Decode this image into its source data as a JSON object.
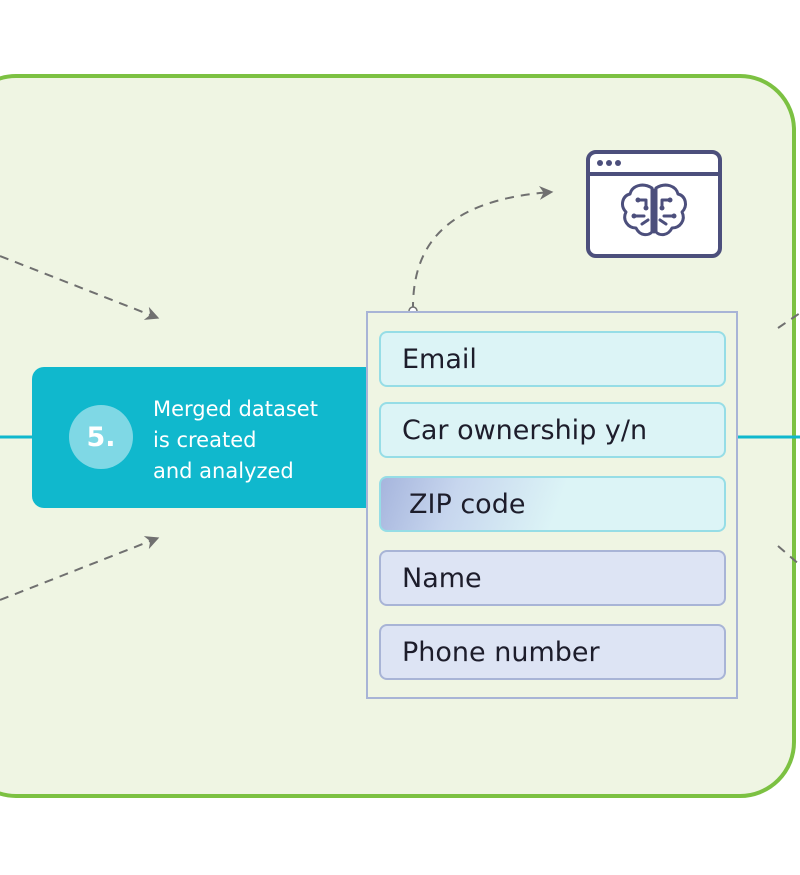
{
  "step": {
    "number": "5.",
    "lines": [
      "Merged dataset",
      "is created",
      "and analyzed"
    ]
  },
  "dataset": {
    "fields": [
      "Email",
      "Car ownership y/n",
      "ZIP code",
      "Name",
      "Phone number"
    ]
  },
  "colors": {
    "panel_border": "#7cc142",
    "panel_fill": "#eff5e3",
    "step_fill": "#10b8cd",
    "connector_line": "#10b8cd",
    "icon_stroke": "#4c4f7c",
    "arrow": "#707070"
  },
  "icons": [
    "ai-brain-window-icon",
    "arrow-head-icon"
  ]
}
